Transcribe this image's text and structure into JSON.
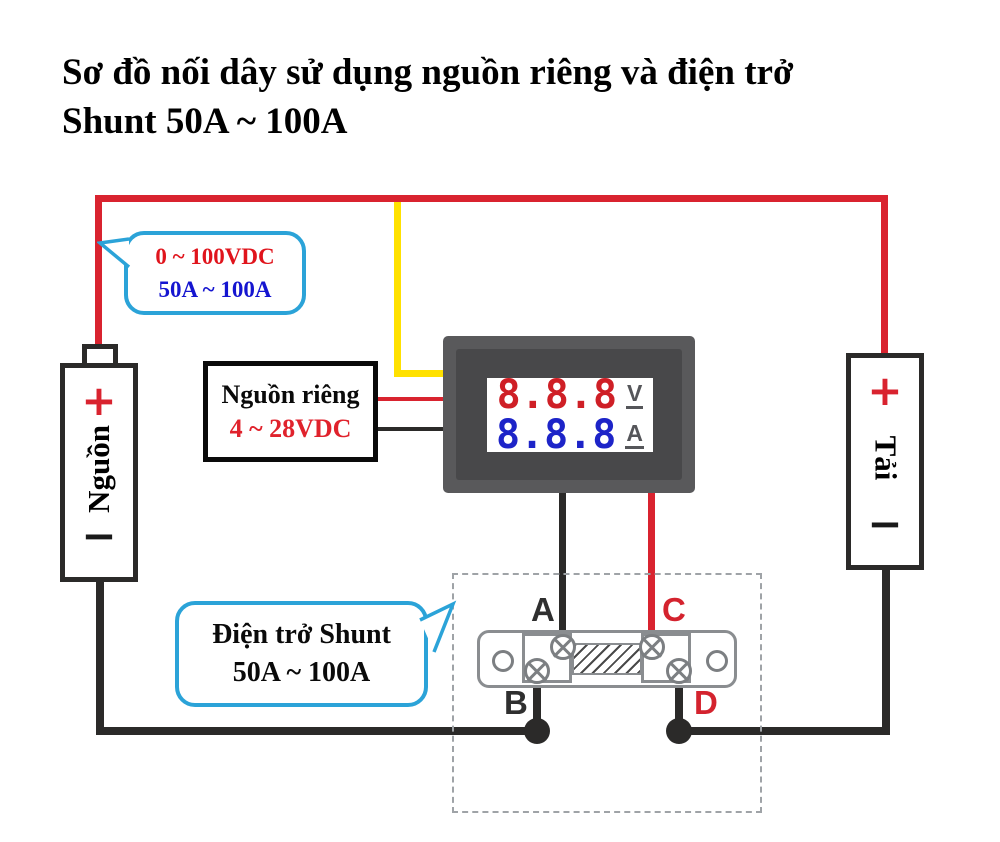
{
  "title": {
    "line1": "Sơ đồ nối dây sử dụng nguồn riêng và điện trở",
    "line2": "Shunt 50A ~ 100A"
  },
  "source_callout": {
    "voltage_range": "0 ~ 100VDC",
    "current_range": "50A ~ 100A"
  },
  "battery": {
    "label": "Nguồn",
    "plus": "+",
    "minus": "−"
  },
  "load": {
    "label": "Tải",
    "plus": "+",
    "minus": "−"
  },
  "aux_supply_box": {
    "title": "Nguồn riêng",
    "range": "4 ~ 28VDC"
  },
  "meter": {
    "voltage_value": "8.8.8",
    "voltage_unit": "V",
    "current_value": "8.8.8",
    "current_unit": "A"
  },
  "shunt_callout": {
    "line1": "Điện trở Shunt",
    "line2": "50A ~ 100A"
  },
  "shunt_terminals": {
    "a": "A",
    "b": "B",
    "c": "C",
    "d": "D"
  },
  "colors": {
    "wire_positive": "#d9232f",
    "wire_negative": "#2b2a29",
    "wire_aux_yellow": "#ffe100",
    "callout_border": "#2ba3d8",
    "volt_digits": "#cf1f26",
    "amp_digits": "#1d24c8",
    "meter_frame": "#59595b"
  }
}
